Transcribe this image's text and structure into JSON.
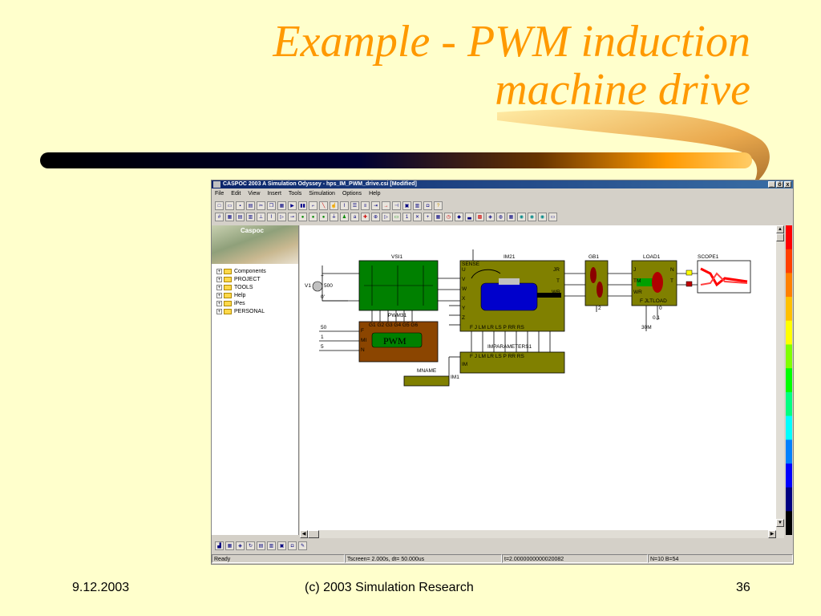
{
  "slide": {
    "title": "Example - PWM induction\nmachine drive",
    "footer_date": "9.12.2003",
    "footer_center": "(c) 2003 Simulation Research",
    "footer_page": "36"
  },
  "window": {
    "title": "CASPOC 2003 A Simulation Odyssey - hps_IM_PWM_drive.csi [Modified]",
    "buttons": [
      "_",
      "ő",
      "x"
    ],
    "menu": [
      "File",
      "Edit",
      "View",
      "Insert",
      "Tools",
      "Simulation",
      "Options",
      "Help"
    ]
  },
  "left_pane": {
    "logo": "Caspoc",
    "tree": [
      "Components",
      "PROJECT",
      "TOOLS",
      "Help",
      "iPes",
      "PERSONAL"
    ]
  },
  "schematic": {
    "VSI1": "VSI1",
    "IM21": "IM21",
    "GB1": "GB1",
    "LOAD1": "LOAD1",
    "SCOPE1": "SCOPE1",
    "V1": "V1",
    "v500": "500",
    "plus": "+",
    "zero_prime": "0'",
    "PWM31": "PWM31",
    "PWM": "PWM",
    "pwm_outputs": "G1 G2 G3 G4 G5 G6",
    "pwm_in_values": [
      "50",
      "1",
      "5"
    ],
    "pwm_in_ports": [
      "F",
      "MI",
      "N"
    ],
    "im_left_ports": [
      "U",
      "V",
      "W",
      "X",
      "Y",
      "Z"
    ],
    "im_right_ports": [
      "JR",
      "T",
      "WR"
    ],
    "im_bottom_ports": "F J LM LR LS P RR RS",
    "SENSE": "SENSE",
    "IMPARAMETERS1": "IMPARAMETERS1",
    "param_ports": "F J LM LR LS P RR RS",
    "IM": "IM",
    "MNAME": "MNAME",
    "IM1": "IM1",
    "gb_value": "2",
    "load_left_ports": [
      "J",
      "TM",
      "WR"
    ],
    "load_right_ports": [
      "N",
      "T"
    ],
    "load_bottom_ports": "F  JLTLOAD",
    "load_values": [
      "0",
      "0.1",
      "30M"
    ]
  },
  "statusbar": {
    "ready": "Ready",
    "tscreen": "Tscreen= 2.000s, dt= 50.000us",
    "t": "t=2.0000000000020082",
    "nb": "N=10 B=54"
  },
  "colors": {
    "title": "#ff9900",
    "background": "#ffffcc",
    "vsi_green": "#008000",
    "im_olive": "#808000",
    "pwm_brown": "#8b4500",
    "colorbar": [
      "#ff0000",
      "#ff4000",
      "#ff8000",
      "#ffc000",
      "#ffff00",
      "#80ff00",
      "#00ff00",
      "#00ff80",
      "#00ffff",
      "#0080ff",
      "#0000ff",
      "#000080",
      "#000000"
    ]
  }
}
